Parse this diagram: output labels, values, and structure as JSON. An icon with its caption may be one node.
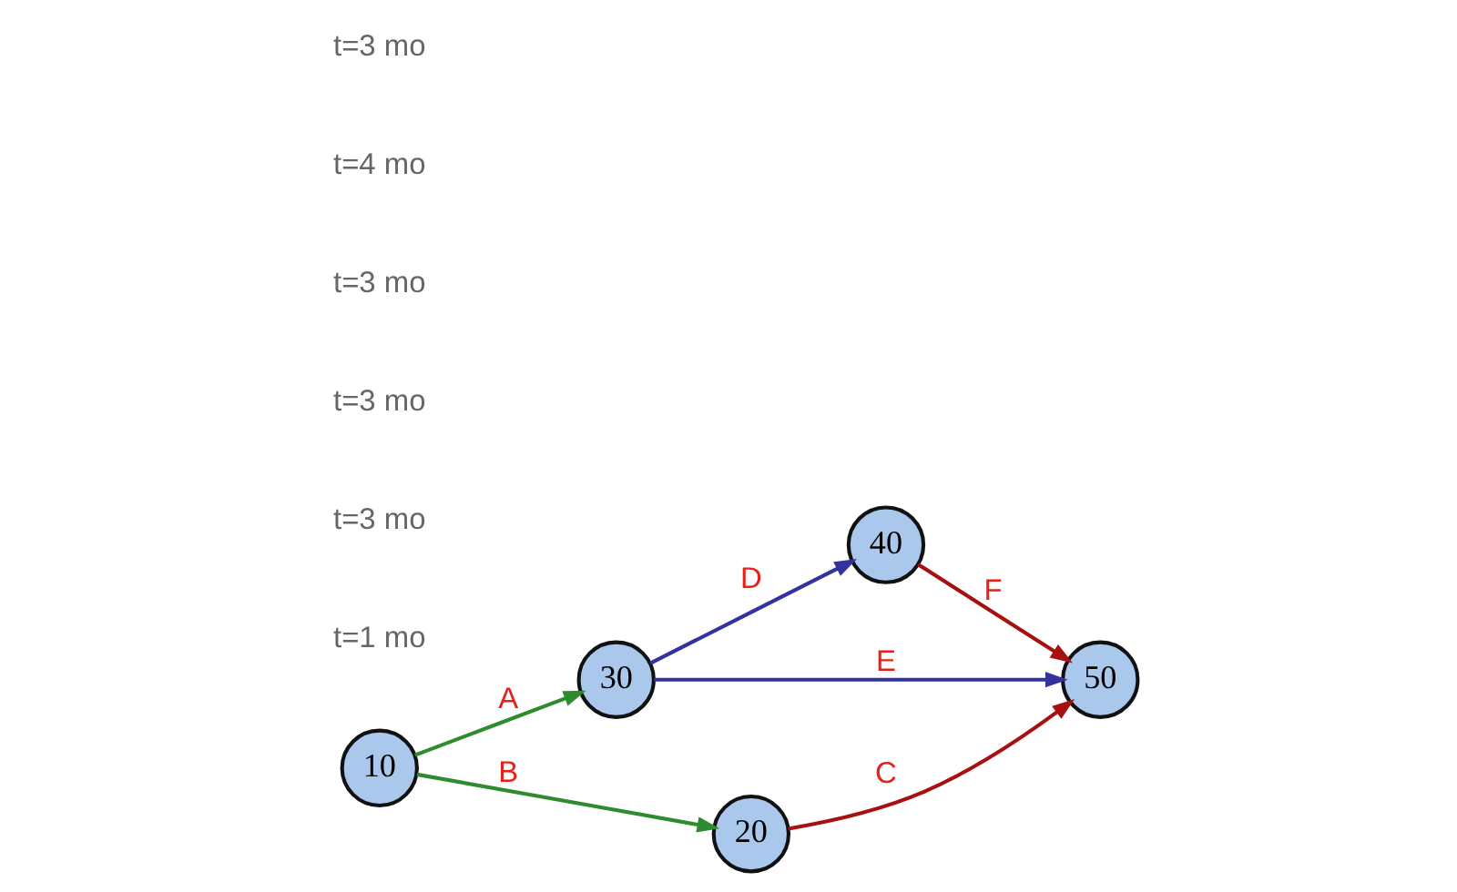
{
  "diagram": {
    "nodes": [
      {
        "text": [
          "40"
        ]
      },
      {
        "text": [
          "10"
        ]
      },
      {
        "text": [
          "30"
        ]
      },
      {
        "text": [
          "50"
        ]
      },
      {
        "text": [
          "20"
        ]
      }
    ],
    "edges": [
      {
        "from": 1,
        "to": 2,
        "arrow": "to",
        "label": "A",
        "color": "#2e8b2e"
      },
      {
        "from": 1,
        "to": 4,
        "arrow": "to",
        "label": "B",
        "color": "#2e8b2e"
      },
      {
        "from": 2,
        "to": 0,
        "arrow": "to",
        "label": "D",
        "color": "#33339e"
      },
      {
        "from": 2,
        "to": 3,
        "arrow": "to",
        "label": "E",
        "color": "#33339e"
      },
      {
        "from": 0,
        "to": 3,
        "arrow": "to",
        "label": "F",
        "color": "#a81010"
      },
      {
        "from": 4,
        "to": 3,
        "arrow": "to",
        "label": "C",
        "color": "#a81010"
      }
    ],
    "labels": [
      "t=1 mo",
      "t=3 mo",
      "t=3 mo",
      "t=3 mo",
      "t=4 mo",
      "t=3 mo"
    ]
  }
}
